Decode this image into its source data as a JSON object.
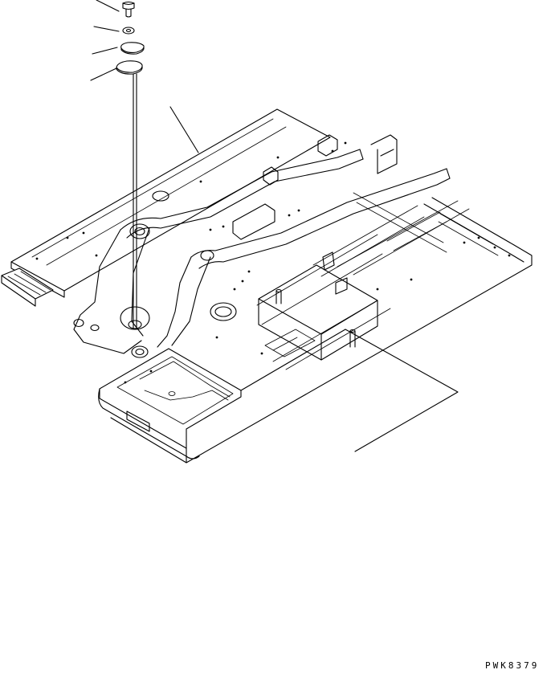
{
  "drawing": {
    "code": "PWK8379",
    "ink_color": "#000000",
    "paper_color": "#ffffff"
  },
  "parts": {
    "callout_count": 5,
    "items": [
      {
        "name": "bolt"
      },
      {
        "name": "washer"
      },
      {
        "name": "plate"
      },
      {
        "name": "cover"
      },
      {
        "name": "revolving-frame"
      }
    ]
  }
}
